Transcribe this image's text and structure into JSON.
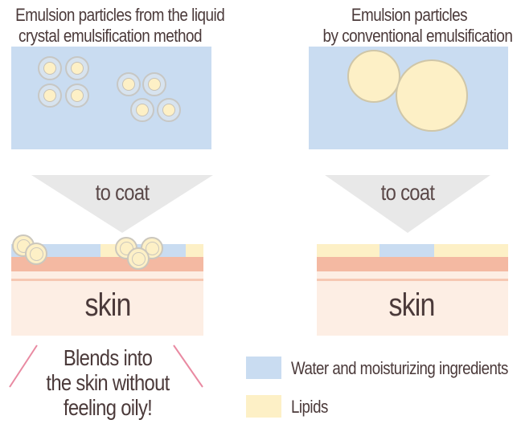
{
  "left": {
    "title_line1": "Emulsion particles from the liquid",
    "title_line2": "crystal emulsification method",
    "arrow_label": "to coat",
    "skin_label": "skin"
  },
  "right": {
    "title_line1": "Emulsion particles",
    "title_line2": "by conventional emulsification",
    "arrow_label": "to coat",
    "skin_label": "skin"
  },
  "callout": {
    "line1": "Blends into",
    "line2": "the skin without",
    "line3": "feeling oily!"
  },
  "legend": {
    "water_label": "Water and moisturizing ingredients",
    "lipids_label": "Lipids"
  },
  "colors": {
    "water": "#c9dcf1",
    "lipids": "#fdf0c6",
    "skin_top": "#f4b9a2",
    "skin_base": "#fdeee4",
    "arrow": "#e8e8e8",
    "callout_lines": "#e98aa2"
  }
}
